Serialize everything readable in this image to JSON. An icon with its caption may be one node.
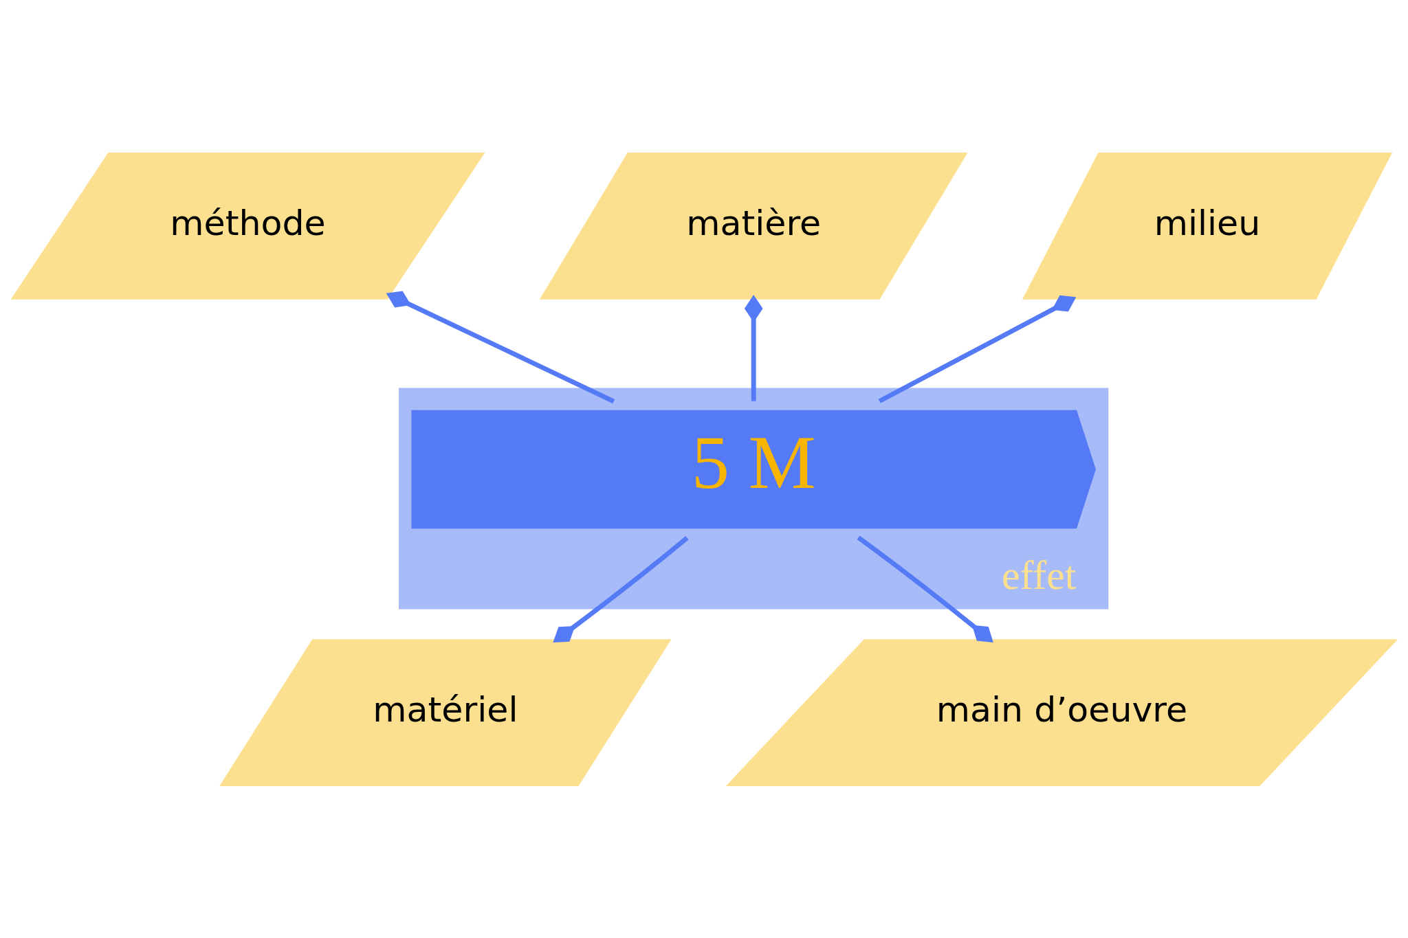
{
  "diagram": {
    "nodes": [
      {
        "text": [
          "méthode"
        ]
      },
      {
        "text": [
          "matière"
        ]
      },
      {
        "text": [
          "milieu"
        ]
      },
      {
        "text": [
          "effet"
        ]
      },
      {
        "text": [
          "5 M"
        ],
        "in": 3
      },
      {
        "text": [
          "matériel"
        ]
      },
      {
        "text": [
          "main d’oeuvre"
        ]
      }
    ],
    "edges": [
      {
        "from": 0,
        "to": 4,
        "arrow": "other"
      },
      {
        "from": 1,
        "to": 4,
        "arrow": "other"
      },
      {
        "from": 2,
        "to": 4,
        "arrow": "other"
      },
      {
        "from": 5,
        "to": 4,
        "arrow": "other"
      },
      {
        "from": 6,
        "to": 4,
        "arrow": "other"
      }
    ]
  }
}
